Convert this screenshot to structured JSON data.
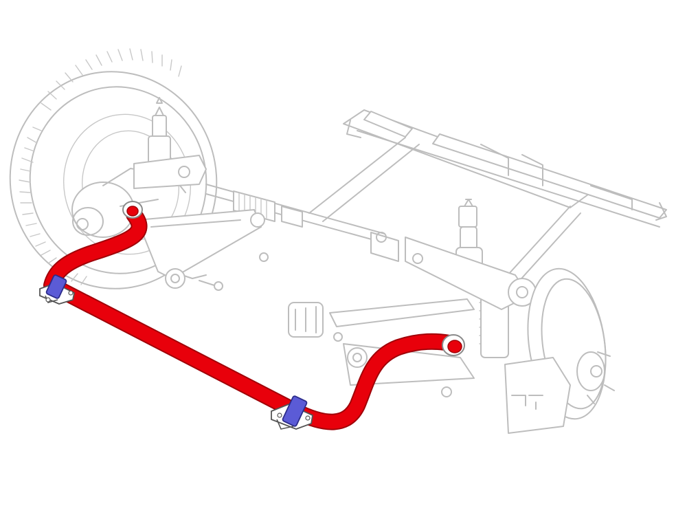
{
  "diagram": {
    "subject": "front-suspension-anti-roll-bar",
    "colors": {
      "background": "#ffffff",
      "line_art": "#bdbdbd",
      "anti_roll_bar": "#e8000b",
      "bar_outline": "#a00008",
      "mount_bushing": "#5b5bd6",
      "mount_bushing_dark": "#2c2c8a",
      "clamp_bracket": "#ffffff"
    },
    "highlighted_parts": [
      {
        "id": "anti-roll-bar",
        "icon": "anti-roll-bar-shape"
      },
      {
        "id": "left-bar-mount-bushing",
        "icon": "bushing-clamp-shape"
      },
      {
        "id": "center-bar-mount-bushing",
        "icon": "bushing-clamp-shape"
      },
      {
        "id": "left-end-link-bushing",
        "icon": "bushing-shape"
      },
      {
        "id": "right-end-link-bushing",
        "icon": "bushing-shape"
      }
    ]
  }
}
